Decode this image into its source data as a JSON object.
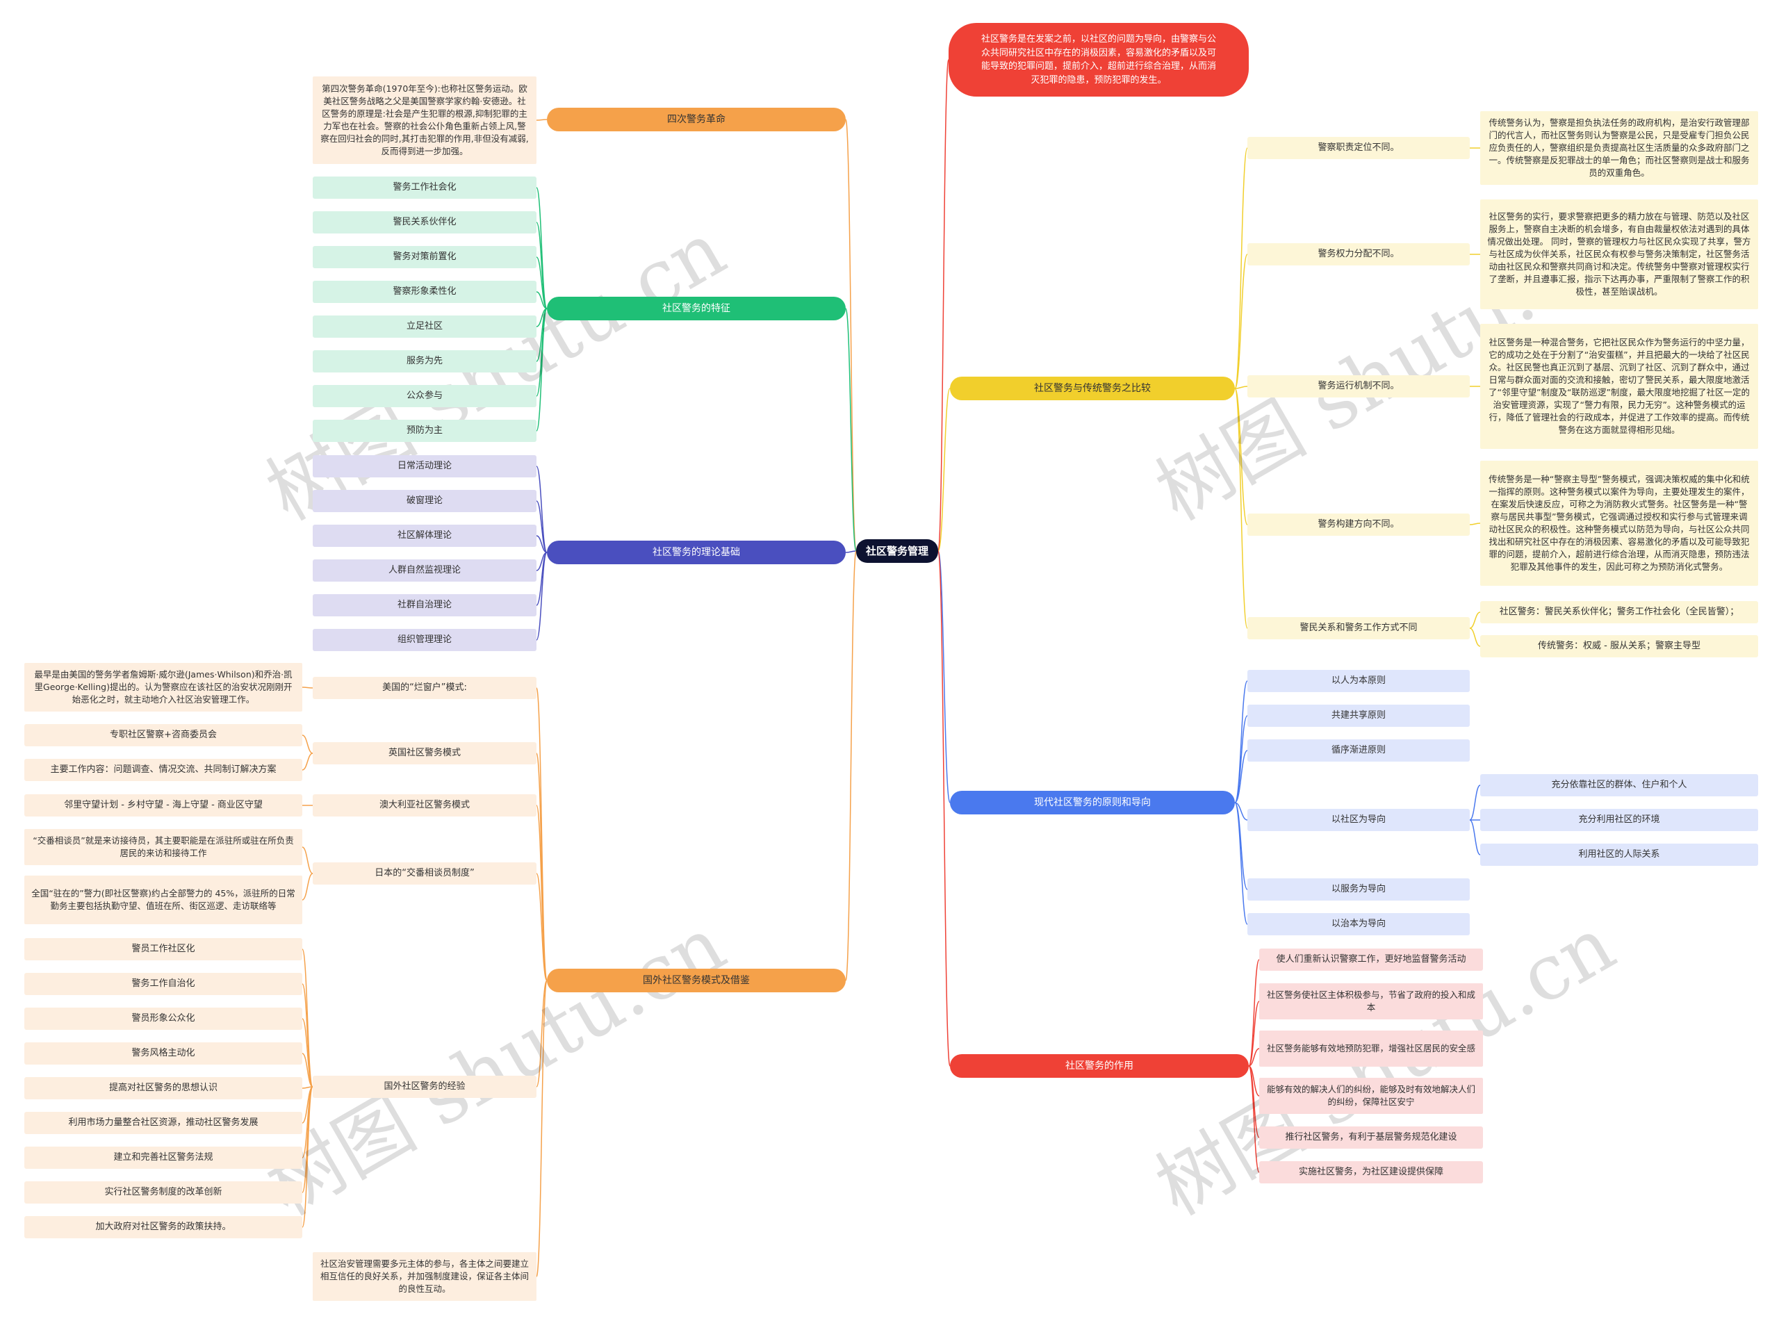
{
  "root": {
    "label": "社区警务管理"
  },
  "colors": {
    "root": "#0d1230",
    "alert": "#ef4136",
    "orange": "#f5a14a",
    "green": "#1fbf76",
    "purple": "#4a4fbf",
    "yellow": "#f1cf2c",
    "blue": "#4a79ee",
    "red": "#ef4136",
    "fill_peach": "#fdeedf",
    "fill_mint": "#d6f3e6",
    "fill_lavender": "#dedcf2",
    "fill_cream": "#fdf6d7",
    "fill_lightblue": "#dfe6fc",
    "fill_pink": "#fbdcdc"
  },
  "watermark": "树图 shutu.cn",
  "alert_note": "社区警务是在发案之前，以社区的问题为导向，由警察与公众共同研究社区中存在的消极因素，容易激化的矛盾以及可能导致的犯罪问题，提前介入，超前进行综合治理，从而消灭犯罪的隐患，预防犯罪的发生。",
  "revolution": {
    "label": "四次警务革命",
    "note": "第四次警务革命(1970年至今):也称社区警务运动。欧美社区警务战略之父是美国警察学家约翰·安德逊。社区警务的原理是:社会是产生犯罪的根源,抑制犯罪的主力军也在社会。警察的社会公仆角色重新占领上风,警察在回归社会的同时,其打击犯罪的作用,非但没有减弱,反而得到进一步加强。"
  },
  "features": {
    "label": "社区警务的特征",
    "items": [
      "警务工作社会化",
      "警民关系伙伴化",
      "警务对策前置化",
      "警察形象柔性化",
      "立足社区",
      "服务为先",
      "公众参与",
      "预防为主"
    ]
  },
  "theory": {
    "label": "社区警务的理论基础",
    "items": [
      "日常活动理论",
      "破窗理论",
      "社区解体理论",
      "人群自然监视理论",
      "社群自治理论",
      "组织管理理论"
    ]
  },
  "foreign": {
    "label": "国外社区警务模式及借鉴",
    "usa": {
      "label": "美国的“烂窗户”模式:",
      "note": "最早是由美国的警务学者詹姆斯·威尔逊(James·Whilson)和乔治·凯里George·Kelling)提出的。认为警察应在该社区的治安状况刚刚开始恶化之时，就主动地介入社区治安管理工作。"
    },
    "uk": {
      "label": "英国社区警务模式",
      "items": [
        "专职社区警察+咨商委员会",
        "主要工作内容：问题调查、情况交流、共同制订解决方案"
      ]
    },
    "australia": {
      "label": "澳大利亚社区警务模式",
      "items": [
        "邻里守望计划 - 乡村守望 - 海上守望 - 商业区守望"
      ]
    },
    "japan": {
      "label": "日本的“交番相谈员制度”",
      "items": [
        "“交番相谈员”就是来访接待员，其主要职能是在派驻所或驻在所负责居民的来访和接待工作",
        "全国“驻在的”警力(即社区警察)约占全部警力的 45%，派驻所的日常勤务主要包括执勤守望、值班在所、街区巡逻、走访联络等"
      ]
    },
    "experience": {
      "label": "国外社区警务的经验",
      "items": [
        "警员工作社区化",
        "警务工作自治化",
        "警员形象公众化",
        "警务风格主动化",
        "提高对社区警务的思想认识",
        "利用市场力量整合社区资源，推动社区警务发展",
        "建立和完善社区警务法规",
        "实行社区警务制度的改革创新",
        "加大政府对社区警务的政策扶持。"
      ]
    },
    "summary": "社区治安管理需要多元主体的参与，各主体之间要建立相互信任的良好关系，并加强制度建设，保证各主体间的良性互动。"
  },
  "comparison": {
    "label": "社区警务与传统警务之比较",
    "items": [
      {
        "label": "警察职责定位不同。",
        "notes": [
          "传统警务认为，警察是担负执法任务的政府机构，是治安行政管理部门的代言人，而社区警务则认为警察是公民，只是受雇专门担负公民应负责任的人，警察组织是负责提高社区生活质量的众多政府部门之一。传统警察是反犯罪战士的单一角色；而社区警察则是战士和服务员的双重角色。"
        ]
      },
      {
        "label": "警务权力分配不同。",
        "notes": [
          "社区警务的实行，要求警察把更多的精力放在与管理、防范以及社区服务上，警察自主决断的机会增多，有自由裁量权依法对遇到的具体情况做出处理。 同时，警察的管理权力与社区民众实现了共享，警方与社区成为伙伴关系，社区民众有权参与警务决策制定，社区警务活动由社区民众和警察共同商讨和决定。传统警务中警察对管理权实行了垄断，并且遵事汇报，指示下达再办事，严重限制了警察工作的积极性，甚至贻误战机。"
        ]
      },
      {
        "label": "警务运行机制不同。",
        "notes": [
          "社区警务是一种混合警务，它把社区民众作为警务运行的中坚力量，它的成功之处在于分割了“治安蛋糕”，并且把最大的一块给了社区民众。社区民警也真正沉到了基层、沉到了社区、沉到了群众中，通过日常与群众面对面的交流和接触，密切了警民关系，最大限度地激活了“邻里守望”制度及“联防巡逻”制度，最大限度地挖掘了社区一定的治安管理资源，实现了“警力有限，民力无穷”。这种警务模式的运行，降低了管理社会的行政成本，并促进了工作效率的提高。而传统警务在这方面就显得相形见绌。"
        ]
      },
      {
        "label": "警务构建方向不同。",
        "notes": [
          "传统警务是一种“警察主导型”警务模式，强调决策权威的集中化和统一指挥的原则。这种警务模式以案件为导向，主要处理发生的案件，在案发后快速反应，可称之为消防救火式警务。社区警务是一种“警察与居民共事型”警务模式，它强调通过授权和实行参与式管理来调动社区民众的积极性。这种警务模式以防范为导向，与社区公众共同找出和研究社区中存在的消极因素、容易激化的矛盾以及可能导致犯罪的问题，提前介入，超前进行综合治理，从而消灭隐患，预防违法犯罪及其他事件的发生，因此可称之为预防消化式警务。"
        ]
      },
      {
        "label": "警民关系和警务工作方式不同",
        "notes": [
          "社区警务：警民关系伙伴化；警务工作社会化（全民皆警）；",
          "传统警务：权威 - 服从关系；警察主导型"
        ]
      }
    ]
  },
  "principles": {
    "label": "现代社区警务的原则和导向",
    "items": [
      {
        "label": "以人为本原则"
      },
      {
        "label": "共建共享原则"
      },
      {
        "label": "循序渐进原则"
      },
      {
        "label": "以社区为导向",
        "children": [
          "充分依靠社区的群体、住户和个人",
          "充分利用社区的环境",
          "利用社区的人际关系"
        ]
      },
      {
        "label": "以服务为导向"
      },
      {
        "label": "以治本为导向"
      }
    ]
  },
  "effects": {
    "label": "社区警务的作用",
    "items": [
      "使人们重新认识警察工作，更好地监督警务活动",
      "社区警务使社区主体积极参与，节省了政府的投入和成本",
      "社区警务能够有效地预防犯罪，增强社区居民的安全感",
      "能够有效的解决人们的纠纷，能够及时有效地解决人们的纠纷，保障社区安宁",
      "推行社区警务，有利于基层警务规范化建设",
      "实施社区警务，为社区建设提供保障"
    ]
  }
}
